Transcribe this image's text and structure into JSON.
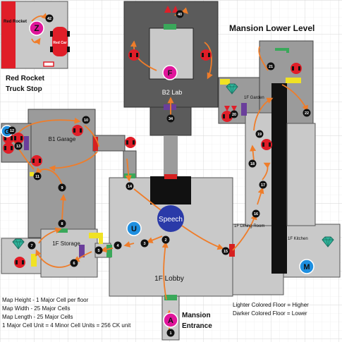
{
  "title": "Mansion Lower Level",
  "areas": {
    "red_rocket": "Red Rocket",
    "red_car": "Red Car",
    "red_rocket_stop": [
      "Red Rocket",
      "Truck Stop"
    ],
    "b2_lab": "B2 Lab",
    "b1_garage": "B1 Garage",
    "storage": "1F Storage",
    "lobby": "1F Lobby",
    "dining": "1F Dining Room",
    "kitchen": "1F Kitchen",
    "garden": "1F Garden",
    "entrance": [
      "Mansion",
      "Entrance"
    ],
    "speech": "Speech"
  },
  "letters": {
    "z": "Z",
    "f": "F",
    "g": "G",
    "u": "U",
    "a": "A",
    "m": "M"
  },
  "step_numbers": [
    "1",
    "2",
    "3",
    "4",
    "5",
    "6",
    "7",
    "8",
    "9",
    "10",
    "11",
    "12",
    "13",
    "14",
    "15",
    "16",
    "17",
    "18",
    "19",
    "20",
    "21",
    "22",
    "34",
    "40",
    "42"
  ],
  "notes": [
    "Map Height - 1 Major Cell per floor",
    "Map Width - 25 Major Cells",
    "Map Length - 25 Major Cells",
    "1 Major Cell Unit = 4 Minor Cell Units = 256 CK unit"
  ],
  "legend": [
    "Lighter Colored Floor = Higher",
    "Darker Colored Floor = Lower"
  ],
  "icons": [
    "enemy-icon",
    "gem-icon",
    "door-icon",
    "car-icon",
    "speech-icon"
  ],
  "colors": {
    "floor_light": "#c9c9c9",
    "floor_dark": "#5b5b5b",
    "floor_mid": "#9b9b9b",
    "route": "#ef7d2a",
    "enemy": "#e01e28",
    "door_green": "#3aa85a",
    "door_purple": "#6a3e9b",
    "door_red": "#d62020",
    "door_yellow": "#f0e224",
    "letter_pink": "#e0169b",
    "letter_blue": "#1e8fe0",
    "gem": "#2fb39a",
    "speech": "#2a3aa8"
  }
}
